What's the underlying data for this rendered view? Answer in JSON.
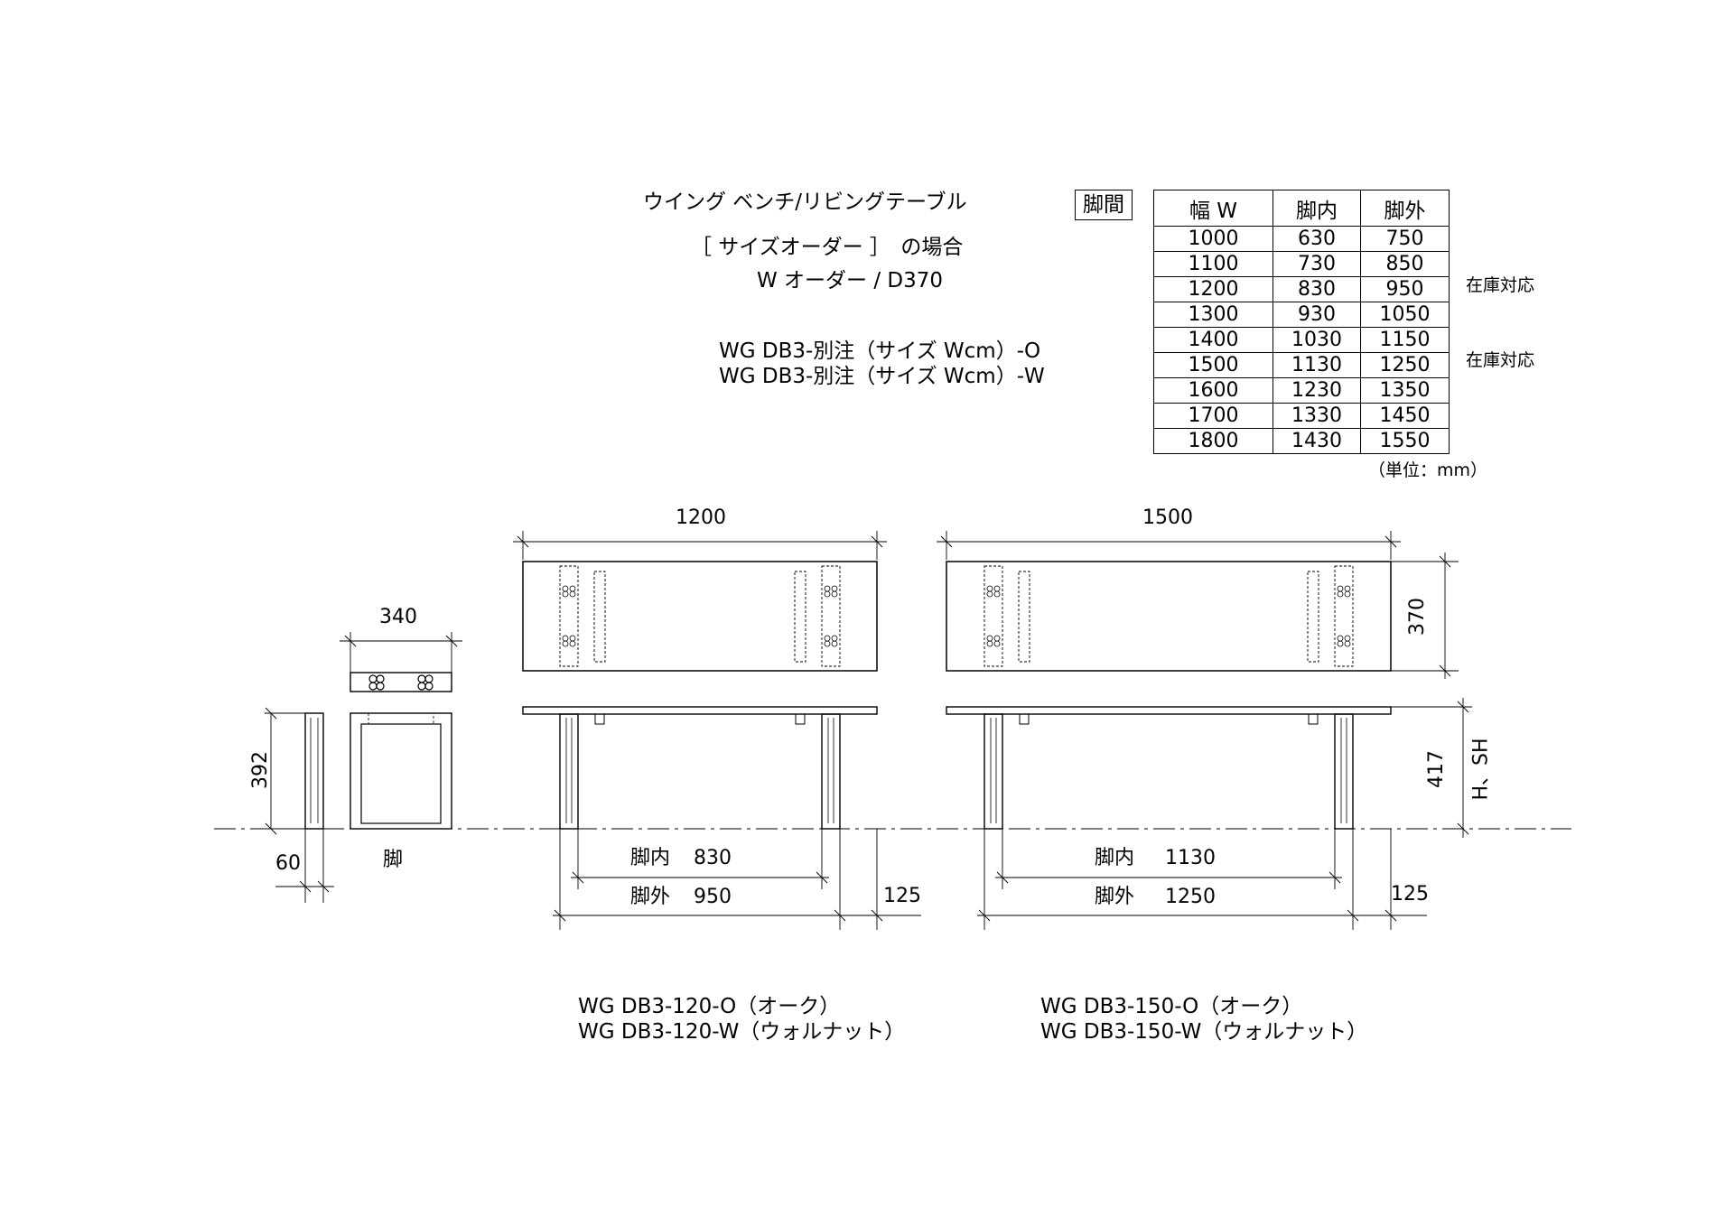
{
  "header": {
    "product_name": "ウイング ベンチ/リビングテーブル",
    "size_order": "［ サイズオーダー ］　の場合",
    "order_spec": "W オーダー / D370"
  },
  "custom_codes": [
    "WG DB3-別注（サイズ Wcm）-O",
    "WG DB3-別注（サイズ Wcm）-W"
  ],
  "leg_table": {
    "label": "脚間",
    "headers": [
      "幅 W",
      "脚内",
      "脚外"
    ],
    "rows": [
      [
        "1000",
        "630",
        "750"
      ],
      [
        "1100",
        "730",
        "850"
      ],
      [
        "1200",
        "830",
        "950"
      ],
      [
        "1300",
        "930",
        "1050"
      ],
      [
        "1400",
        "1030",
        "1150"
      ],
      [
        "1500",
        "1130",
        "1250"
      ],
      [
        "1600",
        "1230",
        "1350"
      ],
      [
        "1700",
        "1330",
        "1450"
      ],
      [
        "1800",
        "1430",
        "1550"
      ]
    ],
    "stock_note": "在庫対応",
    "unit": "（単位：mm）"
  },
  "side_view": {
    "width_dim": "340",
    "height_dim": "392",
    "leg_width_dim": "60",
    "leg_label": "脚"
  },
  "bench_1200": {
    "width_dim": "1200",
    "inner_label": "脚内",
    "inner_value": "830",
    "outer_label": "脚外",
    "outer_value": "950",
    "offset_dim": "125",
    "codes": [
      "WG DB3-120-O（オーク）",
      "WG DB3-120-W（ウォルナット）"
    ]
  },
  "bench_1500": {
    "width_dim": "1500",
    "depth_dim": "370",
    "height_dim": "417",
    "height_label": "H、SH",
    "inner_label": "脚内",
    "inner_value": "1130",
    "outer_label": "脚外",
    "outer_value": "1250",
    "offset_dim": "125",
    "codes": [
      "WG DB3-150-O（オーク）",
      "WG DB3-150-W（ウォルナット）"
    ]
  }
}
